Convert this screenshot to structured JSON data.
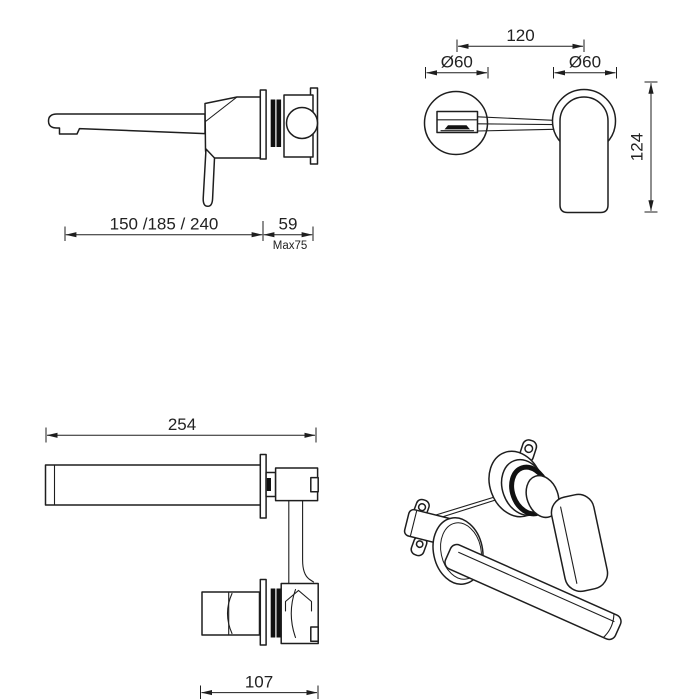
{
  "document": {
    "type": "technical-drawing",
    "subject": "wall-mounted basin mixer tap"
  },
  "colors": {
    "line": "#1e1e1e",
    "background": "#ffffff",
    "accent_fill": "#111111"
  },
  "views": {
    "side": {
      "label": "side-elevation",
      "dimensions": {
        "spout_length": "150 /185 / 240",
        "wall_depth": "59",
        "max_note": "Max75"
      }
    },
    "front": {
      "label": "front-elevation",
      "dimensions": {
        "centres": "120",
        "spout_diameter": "Ø60",
        "handle_diameter": "Ø60",
        "height": "124"
      }
    },
    "plan": {
      "label": "plan-view",
      "dimensions": {
        "overall_length": "254",
        "valve_length": "107"
      }
    },
    "isometric": {
      "label": "isometric-view"
    }
  }
}
